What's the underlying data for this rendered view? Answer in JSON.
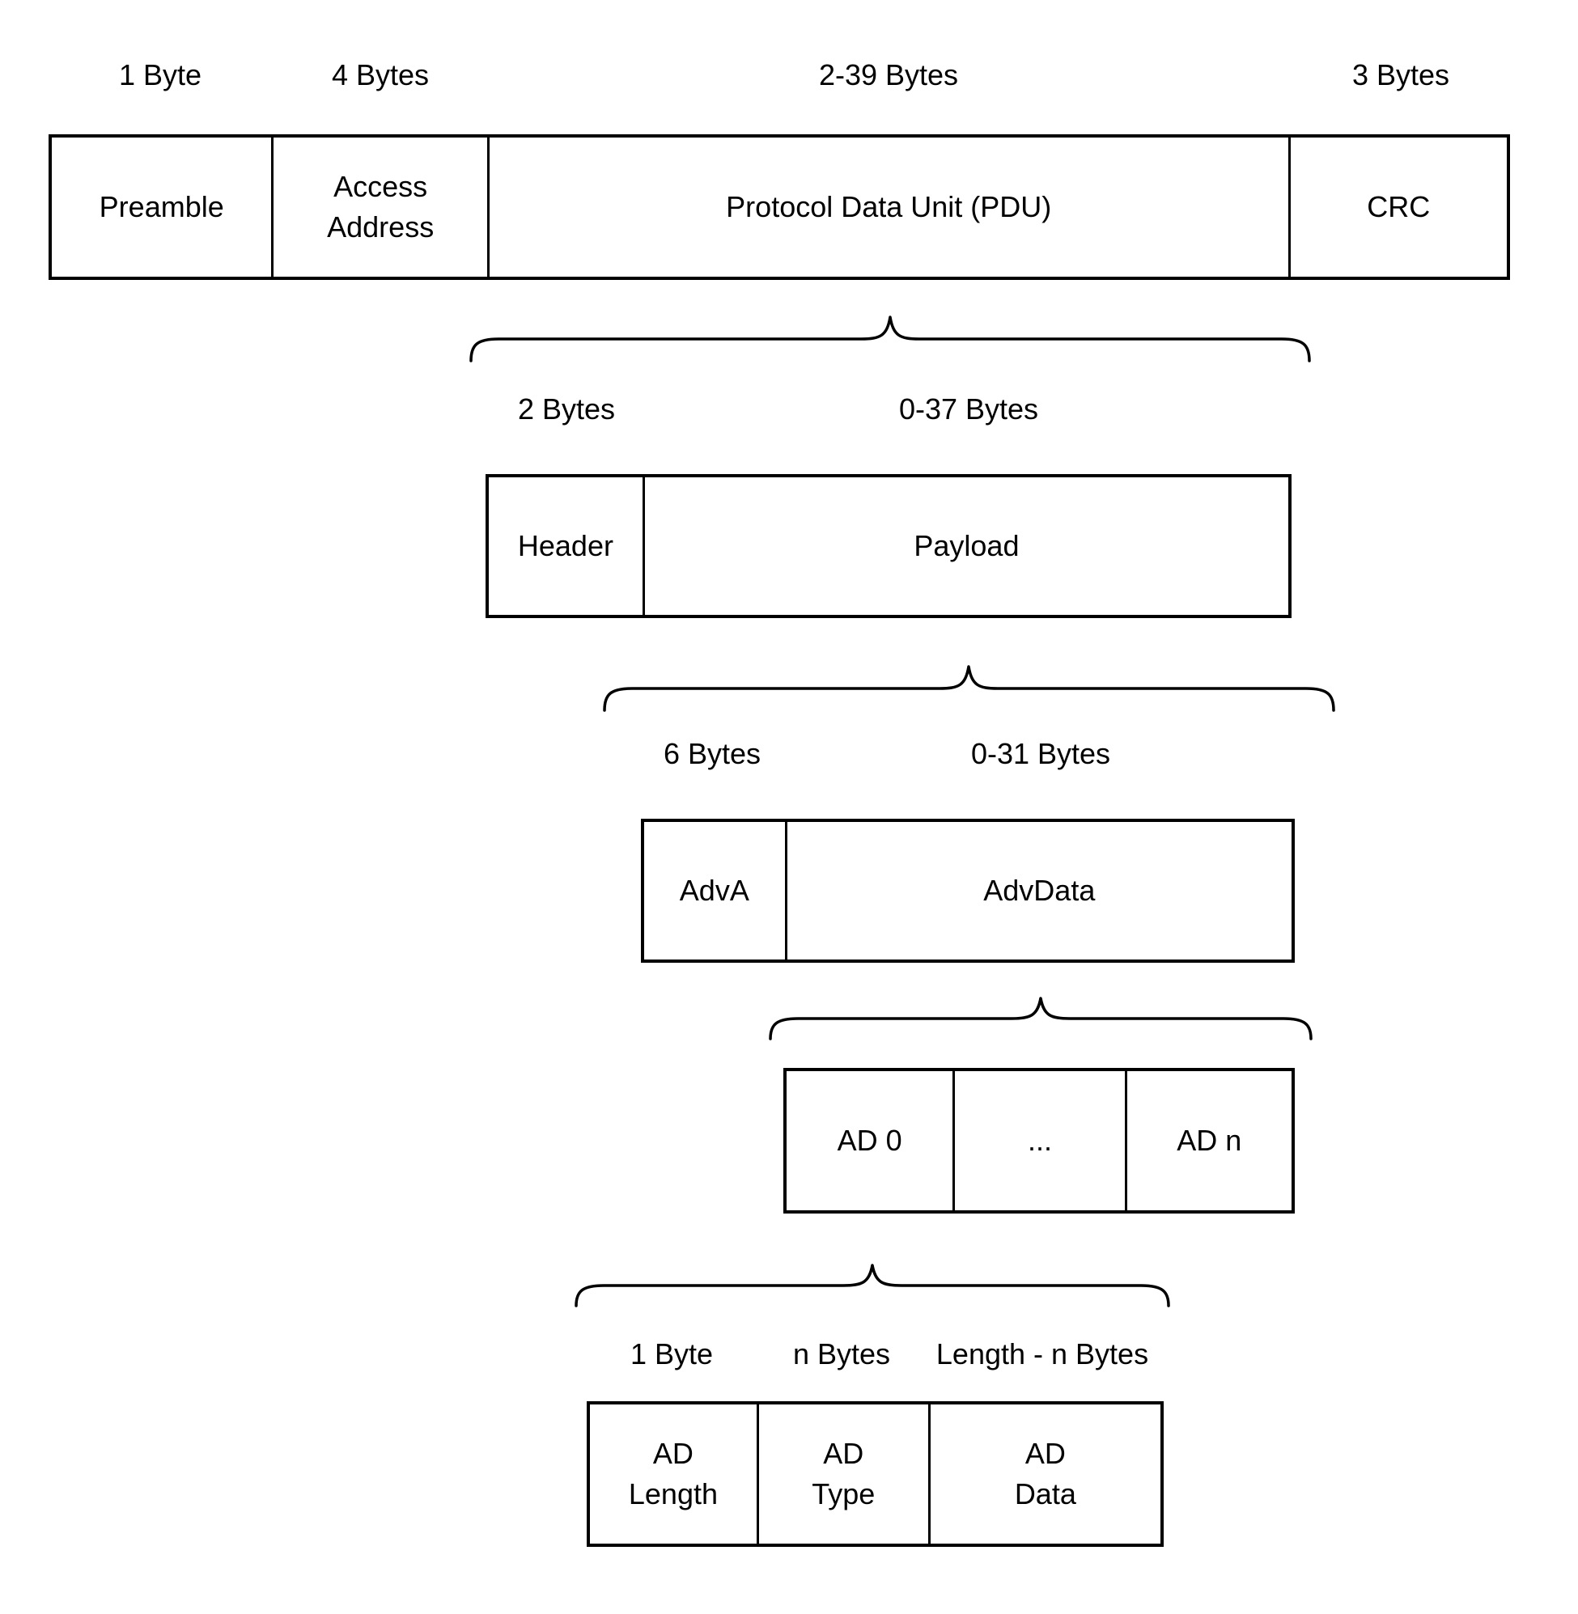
{
  "colors": {
    "background": "#ffffff",
    "line": "#000000",
    "text": "#000000"
  },
  "packet_row": {
    "size_labels": [
      "1 Byte",
      "4 Bytes",
      "2-39 Bytes",
      "3 Bytes"
    ],
    "cells": [
      "Preamble",
      "Access\nAddress",
      "Protocol Data Unit (PDU)",
      "CRC"
    ]
  },
  "pdu_row": {
    "size_labels": [
      "2 Bytes",
      "0-37 Bytes"
    ],
    "cells": [
      "Header",
      "Payload"
    ]
  },
  "payload_row": {
    "size_labels": [
      "6 Bytes",
      "0-31 Bytes"
    ],
    "cells": [
      "AdvA",
      "AdvData"
    ]
  },
  "advdata_row": {
    "cells": [
      "AD 0",
      "...",
      "AD n"
    ]
  },
  "ad_structure_row": {
    "size_labels": [
      "1 Byte",
      "n Bytes",
      "Length - n Bytes"
    ],
    "cells": [
      "AD\nLength",
      "AD\nType",
      "AD\nData"
    ]
  }
}
